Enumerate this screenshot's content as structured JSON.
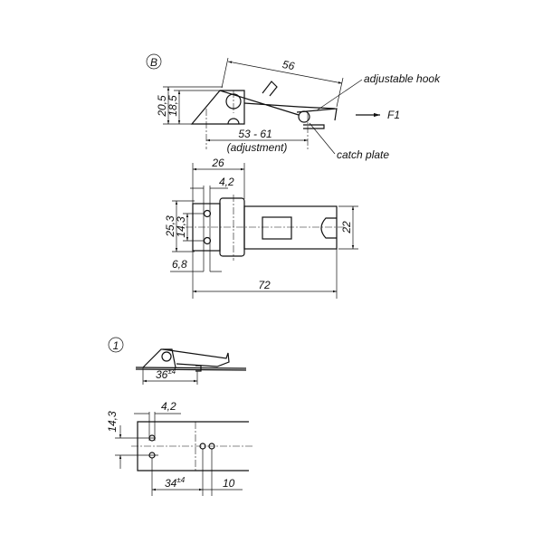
{
  "view_b": {
    "marker": "B",
    "dim_length": "56",
    "dim_height_total": "20,5",
    "dim_height": "18,5",
    "dim_adjust": "53 - 61",
    "dim_adjust_note": "(adjustment)",
    "label_hook": "adjustable hook",
    "label_catch": "catch plate",
    "force": "F1"
  },
  "view_top": {
    "dim_26": "26",
    "dim_4_2": "4,2",
    "dim_25_3": "25,3",
    "dim_14_3": "14,3",
    "dim_6_8": "6,8",
    "dim_22": "22",
    "dim_72": "72"
  },
  "view_1": {
    "marker": "1",
    "dim_36": "36",
    "dim_36_tol": "±4",
    "dim_14_3": "14,3",
    "dim_4_2": "4,2",
    "dim_34": "34",
    "dim_34_tol": "±4",
    "dim_10": "10"
  }
}
